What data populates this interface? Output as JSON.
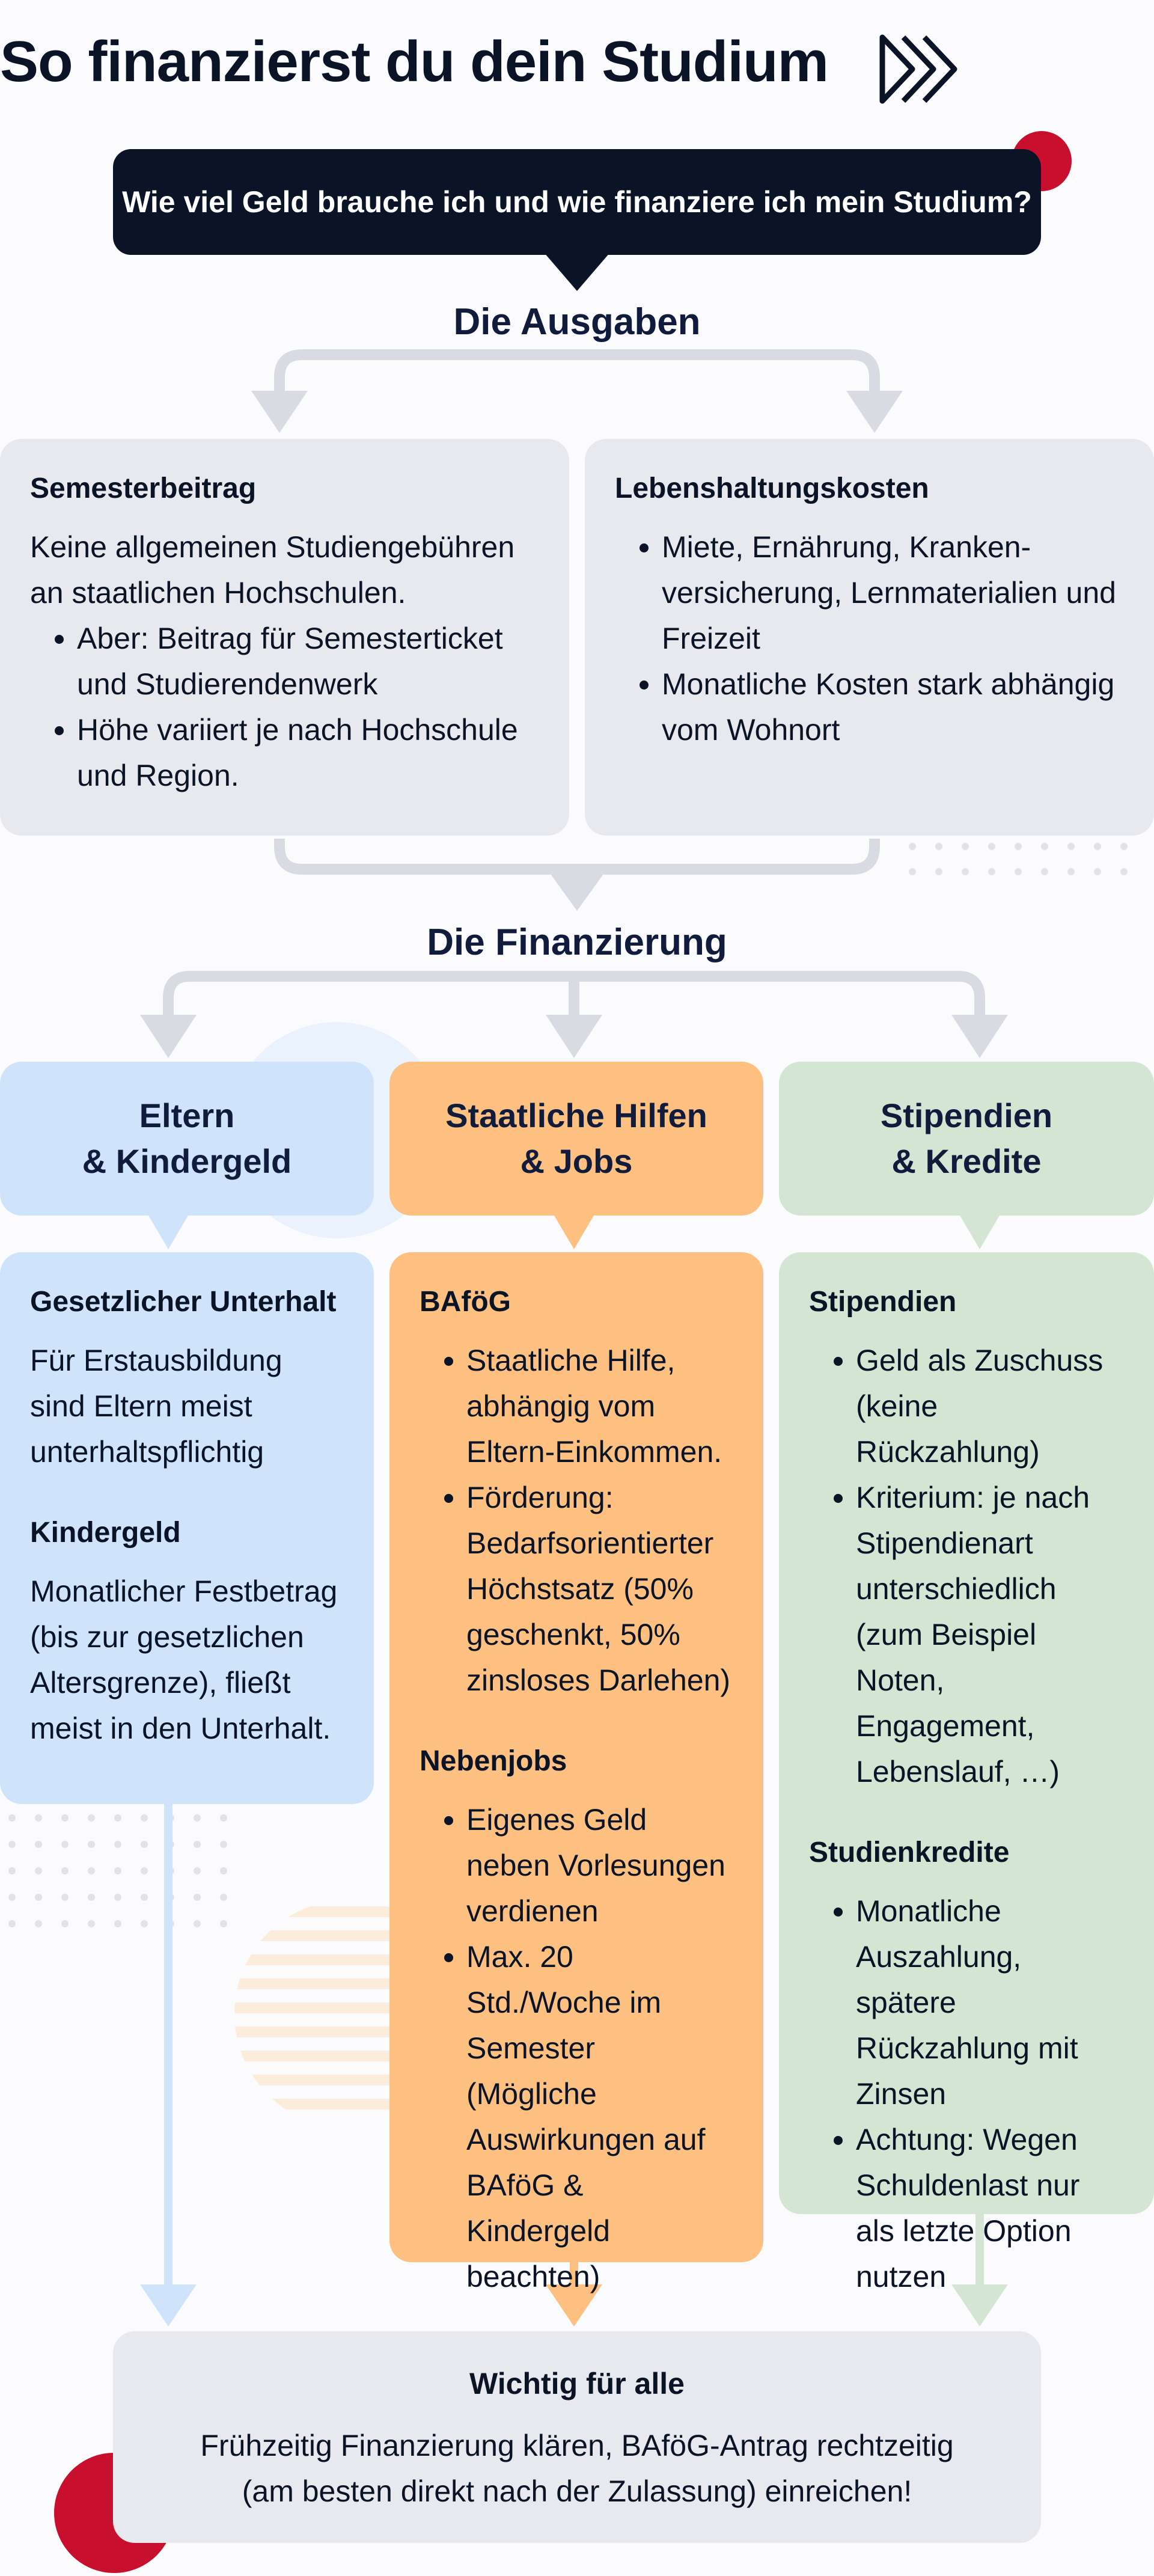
{
  "title": "So finanzierst du dein Studium",
  "question": "Wie viel Geld brauche ich und wie finanziere ich mein Studium?",
  "expenses": {
    "heading": "Die Ausgaben",
    "semester": {
      "title": "Semesterbeitrag",
      "text": "Keine allgemeinen Studiengebühren an staatlichen Hochschulen.",
      "bullets": [
        "Aber: Beitrag für Semesterticket und Studierendenwerk",
        "Höhe variiert je nach Hochschule und Region."
      ]
    },
    "living": {
      "title": "Lebenshaltungskosten",
      "bullets": [
        "Miete, Ernährung, Kranken-versicherung, Lernmaterialien und Freizeit",
        "Monatliche Kosten stark abhängig vom Wohnort"
      ]
    }
  },
  "financing": {
    "heading": "Die Finanzierung",
    "parents": {
      "header": [
        "Eltern",
        "& Kindergeld"
      ],
      "sub1_title": "Gesetzlicher Unterhalt",
      "sub1_text": "Für Erstausbildung sind Eltern meist unterhaltspflichtig",
      "sub2_title": "Kindergeld",
      "sub2_text": "Monatlicher Festbetrag (bis zur gesetzlichen Altersgrenze), fließt meist in den Unterhalt."
    },
    "state": {
      "header": [
        "Staatliche Hilfen",
        "& Jobs"
      ],
      "sub1_title": "BAföG",
      "sub1_bullets": [
        "Staatliche Hilfe, abhängig vom Eltern-Einkommen.",
        "Förderung: Bedarfsorientierter Höchstsatz (50% geschenkt, 50% zinsloses Darlehen)"
      ],
      "sub2_title": "Nebenjobs",
      "sub2_bullets": [
        "Eigenes Geld neben Vorlesungen verdienen",
        "Max. 20 Std./Woche im Semester (Mögliche Auswirkungen auf BAföG & Kindergeld beachten)"
      ]
    },
    "scholar": {
      "header": [
        "Stipendien",
        "& Kredite"
      ],
      "sub1_title": "Stipendien",
      "sub1_bullets": [
        "Geld als Zuschuss (keine Rückzahlung)",
        "Kriterium: je nach Stipendienart unterschiedlich (zum Beispiel Noten, Engagement, Lebenslauf, …)"
      ],
      "sub2_title": "Studienkredite",
      "sub2_bullets": [
        "Monatliche Auszahlung, spätere Rückzahlung mit Zinsen",
        "Achtung: Wegen Schuldenlast nur als letzte Option nutzen"
      ]
    }
  },
  "bottom": {
    "title": "Wichtig für alle",
    "line1": "Frühzeitig Finanzierung klären, BAföG-Antrag rechtzeitig",
    "line2": "(am besten direkt nach der Zulassung) einreichen!"
  },
  "colors": {
    "navy": "#0b1426",
    "red_accent": "#c8102e",
    "grey_box": "#e7e9ee",
    "blue_box": "#cfe3fa",
    "orange_box": "#fdc081",
    "green_box": "#d4e6d3"
  }
}
